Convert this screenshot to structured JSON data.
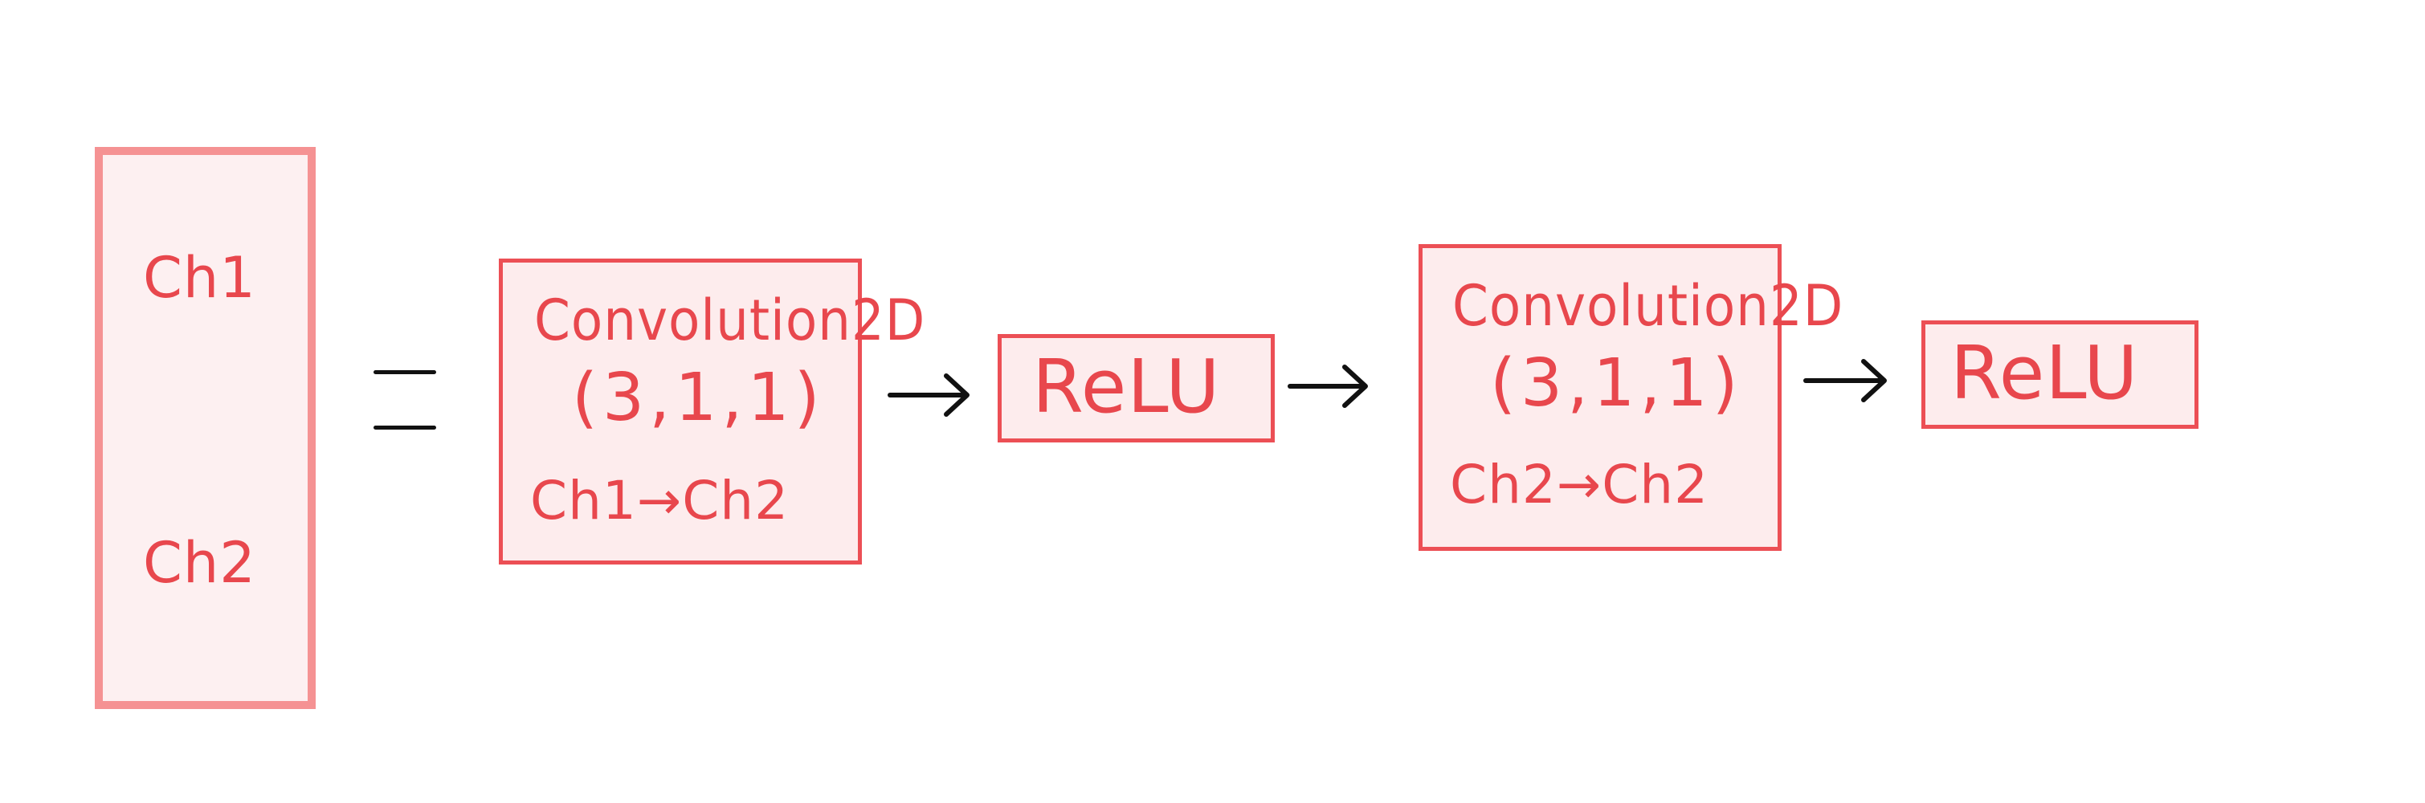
{
  "block": {
    "channels": [
      "Ch1",
      "Ch2"
    ]
  },
  "pipeline": [
    {
      "kind": "conv",
      "title": "Convolution2D",
      "params": "(3,1,1)",
      "channels": "Ch1→Ch2"
    },
    {
      "kind": "activation",
      "label": "ReLU"
    },
    {
      "kind": "conv",
      "title": "Convolution2D",
      "params": "(3,1,1)",
      "channels": "Ch2→Ch2"
    },
    {
      "kind": "activation",
      "label": "ReLU"
    }
  ],
  "colors": {
    "box_stroke": "#ec4f55",
    "box_fill": "#fdeced",
    "block_stroke": "#f59293",
    "text": "#e8474d",
    "arrow": "#111111"
  }
}
